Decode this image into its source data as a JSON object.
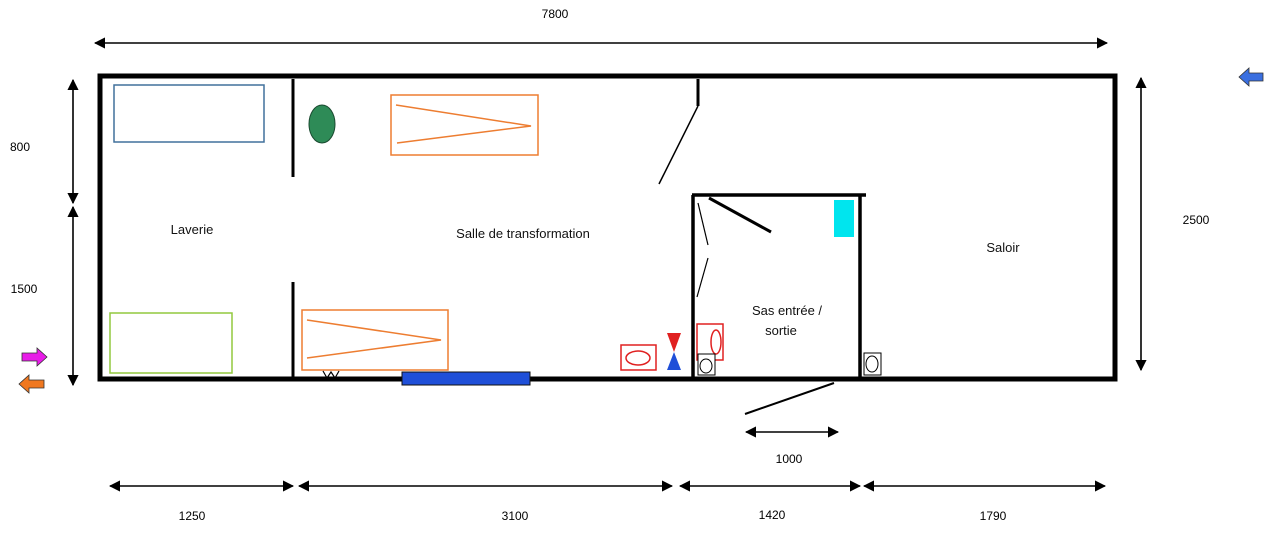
{
  "dimensions": {
    "total_width": "7800",
    "total_height": "2500",
    "left_top": "800",
    "left_bottom": "1500",
    "door": "1000",
    "bottom": [
      "1250",
      "3100",
      "1420",
      "1790"
    ]
  },
  "rooms": {
    "laverie": "Laverie",
    "salle": "Salle de transformation",
    "sas_line1": "Sas entrée /",
    "sas_line2": "sortie",
    "saloir": "Saloir"
  },
  "colors": {
    "wall": "#000000",
    "sink_blue": "#41719c",
    "bench_green": "#92c83e",
    "table_orange": "#ed7d31",
    "oval_green": "#2e8b57",
    "red_fixture": "#e02020",
    "cyan_unit": "#00e5ee",
    "bench_blue": "#1f4fd8",
    "arrow_blue": "#3a6fe0",
    "arrow_magenta": "#e81ce8",
    "arrow_orange": "#f07820"
  },
  "icons": {
    "entry_arrow": "arrow-right-icon",
    "exit_arrow": "arrow-left-icon",
    "saloir_arrow": "arrow-left-icon",
    "valve": "hourglass-valve-icon"
  }
}
